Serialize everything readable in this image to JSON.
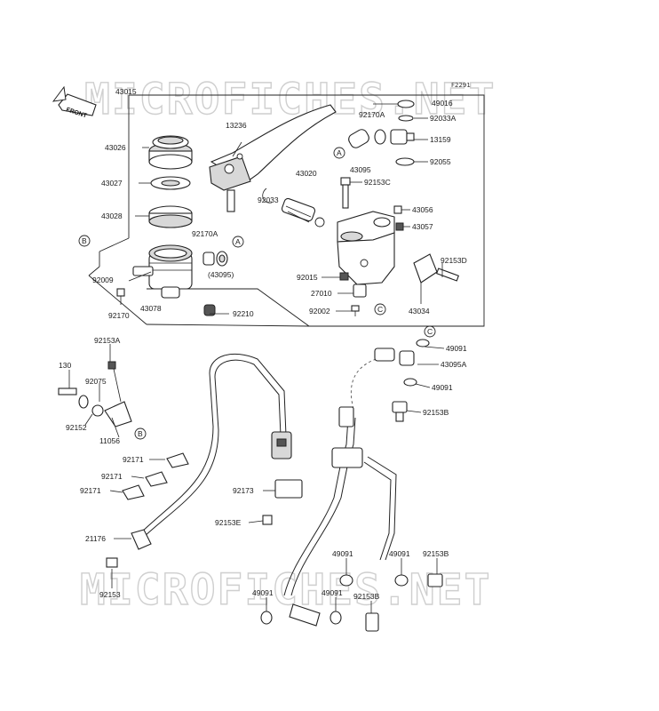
{
  "diagram_code": "F2291",
  "front_label": "FRONT",
  "watermark": "MICROFICHES.NET",
  "callouts": [
    "A",
    "B",
    "C"
  ],
  "parts": {
    "p43015": "43015",
    "p43026": "43026",
    "p43027": "43027",
    "p43028": "43028",
    "p92009": "92009",
    "p92170": "92170",
    "p43078": "43078",
    "p92210": "92210",
    "p92170A_l": "92170A",
    "p43095_paren": "(43095)",
    "p13236": "13236",
    "p43020": "43020",
    "p92033": "92033",
    "p92170A_r": "92170A",
    "p43095": "43095",
    "p92153C": "92153C",
    "p49016": "49016",
    "p92033A": "92033A",
    "p13159": "13159",
    "p92055": "92055",
    "p43056": "43056",
    "p43057": "43057",
    "p92153D": "92153D",
    "p92015": "92015",
    "p27010": "27010",
    "p92002": "92002",
    "p43034": "43034",
    "p92153A": "92153A",
    "p130": "130",
    "p92075": "92075",
    "p92152": "92152",
    "p11056": "11056",
    "p92171_a": "92171",
    "p92171_b": "92171",
    "p92171_c": "92171",
    "p92173": "92173",
    "p92153E": "92153E",
    "p21176": "21176",
    "p92153": "92153",
    "p49091_r1": "49091",
    "p43095A": "43095A",
    "p49091_r2": "49091",
    "p92153B_r": "92153B",
    "p49091_m1": "49091",
    "p49091_m2": "49091",
    "p92153B_m1": "92153B",
    "p49091_b1": "49091",
    "p49091_b2": "49091",
    "p92153B_b": "92153B"
  }
}
